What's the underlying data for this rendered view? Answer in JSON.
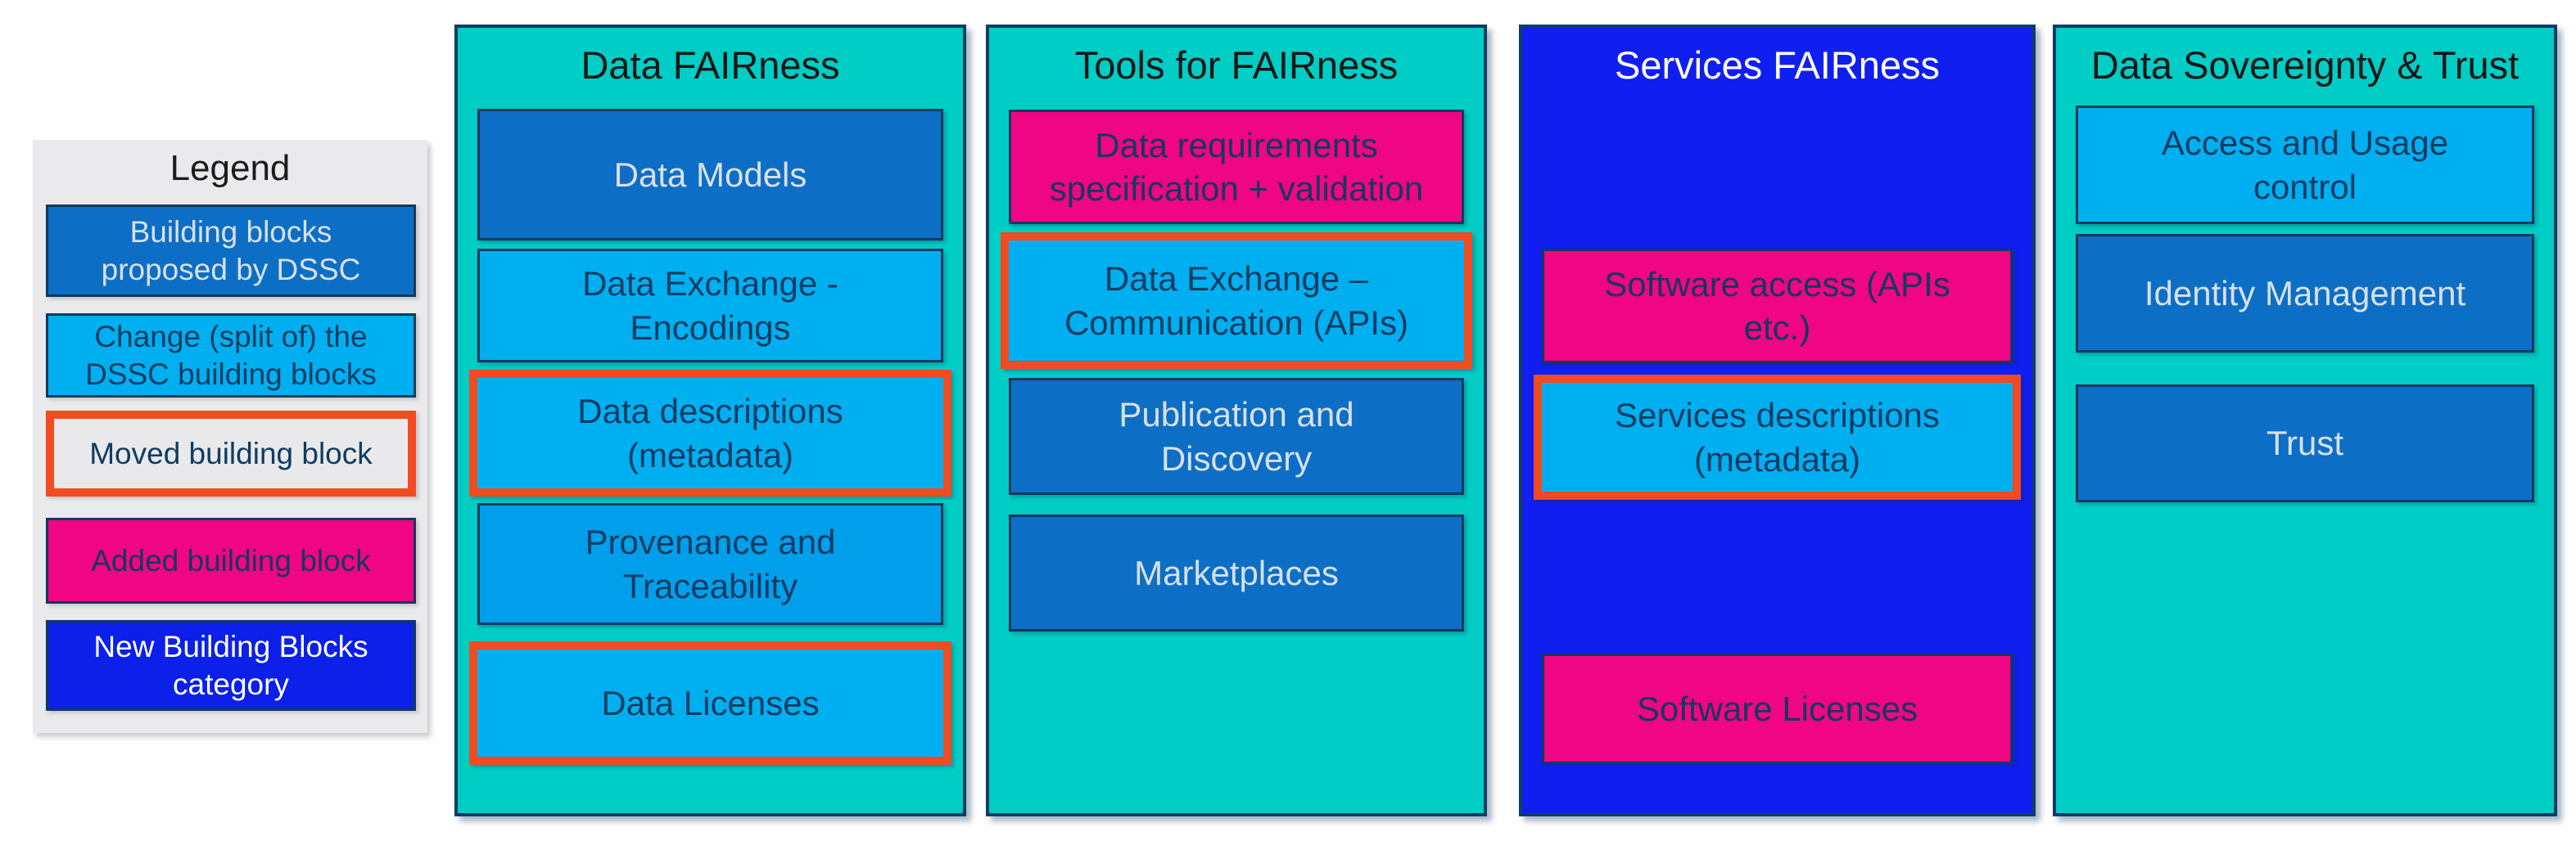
{
  "legend": {
    "title": "Legend",
    "items": [
      {
        "label": "Building blocks\nproposed by DSSC",
        "style": "dark-blue",
        "moved": false
      },
      {
        "label": "Change (split of) the\nDSSC building blocks",
        "style": "light-blue",
        "moved": false
      },
      {
        "label": "Moved building block",
        "style": "moved",
        "moved": true
      },
      {
        "label": "Added building block",
        "style": "pink",
        "moved": false
      },
      {
        "label": "New Building Blocks\ncategory",
        "style": "new-blue",
        "moved": false
      }
    ]
  },
  "columns": [
    {
      "title": "Data FAIRness",
      "theme": "teal",
      "blocks": [
        {
          "label": "Data Models",
          "style": "dark-blue",
          "moved": false
        },
        {
          "label": "Data Exchange -\nEncodings",
          "style": "light-blue",
          "moved": false
        },
        {
          "label": "Data descriptions\n(metadata)",
          "style": "light-blue",
          "moved": true
        },
        {
          "label": "Provenance and\nTraceability",
          "style": "light-blue-2",
          "moved": false
        },
        {
          "label": "Data Licenses",
          "style": "light-blue",
          "moved": true
        }
      ]
    },
    {
      "title": "Tools for FAIRness",
      "theme": "teal",
      "blocks": [
        {
          "label": "Data requirements\nspecification + validation",
          "style": "pink",
          "moved": false
        },
        {
          "label": "Data Exchange –\nCommunication (APIs)",
          "style": "light-blue",
          "moved": true
        },
        {
          "label": "Publication and\nDiscovery",
          "style": "dark-blue",
          "moved": false
        },
        {
          "label": "Marketplaces",
          "style": "dark-blue",
          "moved": false
        }
      ]
    },
    {
      "title": "Services FAIRness",
      "theme": "blue",
      "blocks": [
        {
          "label": "Software access (APIs\netc.)",
          "style": "pink",
          "moved": false
        },
        {
          "label": "Services descriptions\n(metadata)",
          "style": "light-blue",
          "moved": true
        },
        {
          "label": "Software Licenses",
          "style": "pink",
          "moved": false
        }
      ]
    },
    {
      "title": "Data Sovereignty & Trust",
      "theme": "teal",
      "blocks": [
        {
          "label": "Access and Usage\ncontrol",
          "style": "light-blue",
          "moved": false
        },
        {
          "label": "Identity Management",
          "style": "dark-blue",
          "moved": false
        },
        {
          "label": "Trust",
          "style": "dark-blue",
          "moved": false
        }
      ]
    }
  ],
  "colors": {
    "teal_column_background": "#00CDC5",
    "blue_column_background": "#101FF0",
    "dark_blue_block": "#0D6EC5",
    "light_blue_block": "#00AFF0",
    "light_blue_block_alt": "#009FEB",
    "pink_block": "#F00584",
    "new_category_blue": "#0C20EA",
    "moved_highlight_orange": "#F14B22",
    "block_border_navy": "#12395E",
    "legend_background": "#EAEAEC"
  }
}
